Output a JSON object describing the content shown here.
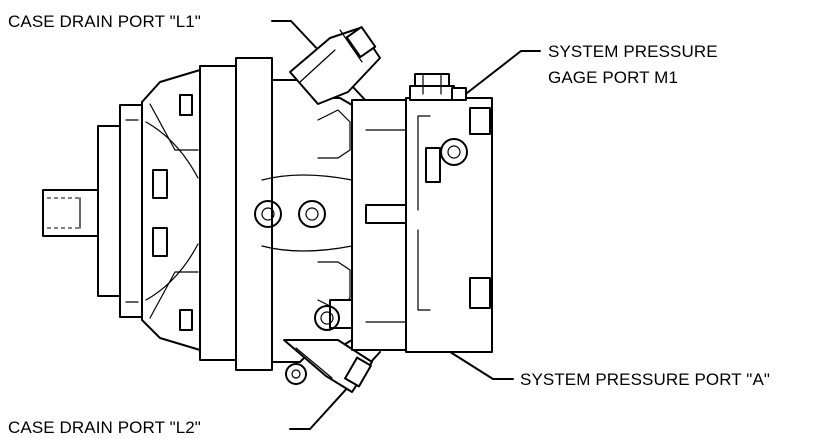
{
  "labels": {
    "case_drain_l1": "CASE DRAIN PORT \"L1\"",
    "system_pressure_gage_line1": "SYSTEM PRESSURE",
    "system_pressure_gage_line2": "GAGE PORT M1",
    "system_pressure_port_a": "SYSTEM PRESSURE PORT \"A\"",
    "case_drain_l2": "CASE DRAIN PORT \"L2\""
  },
  "colors": {
    "line": "#000000",
    "background": "#ffffff"
  }
}
